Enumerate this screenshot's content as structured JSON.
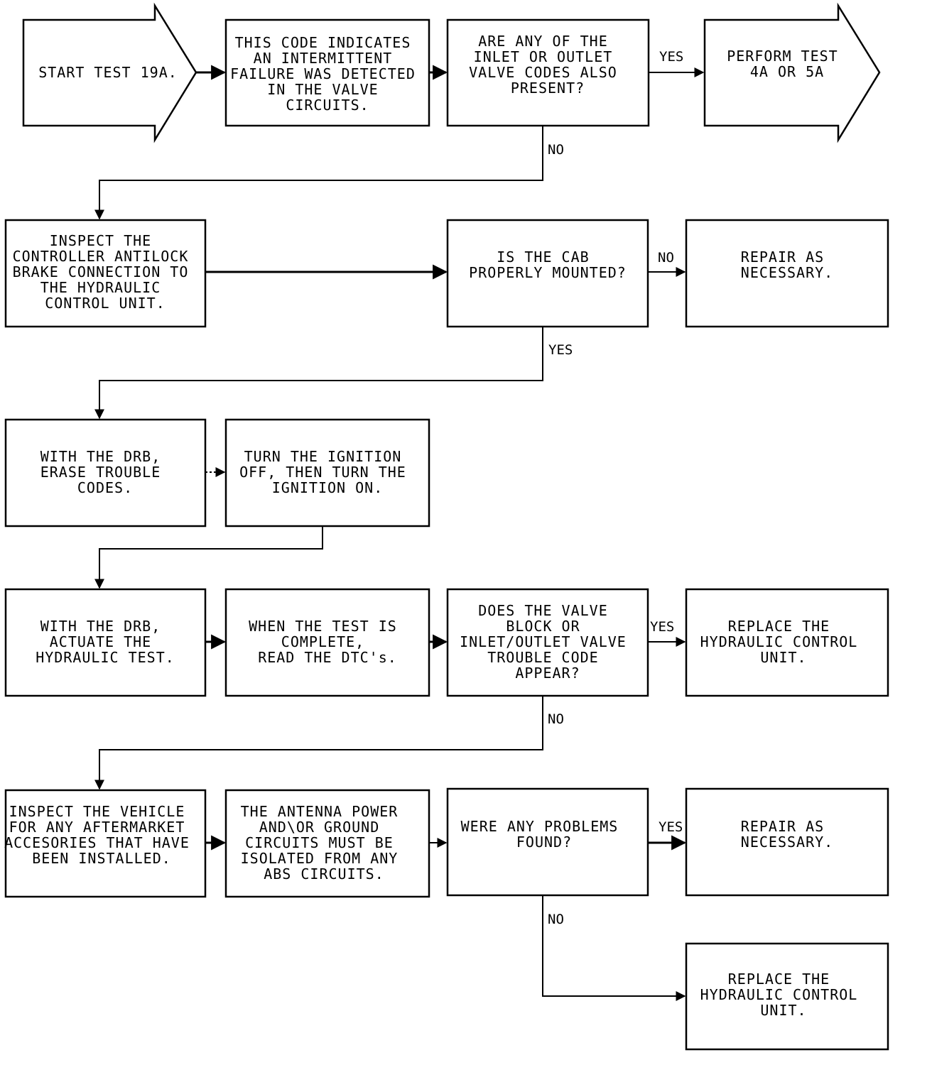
{
  "nodes": {
    "start": [
      "START TEST 19A."
    ],
    "indicates": [
      "THIS CODE INDICATES",
      "AN INTERMITTENT",
      "FAILURE WAS DETECTED",
      "IN THE VALVE",
      "CIRCUITS."
    ],
    "q_inlet_outlet": [
      "ARE ANY OF THE",
      "INLET OR OUTLET",
      "VALVE CODES ALSO",
      "PRESENT?"
    ],
    "perform": [
      "PERFORM TEST",
      "4A OR 5A"
    ],
    "inspect_controller": [
      "INSPECT THE",
      "CONTROLLER ANTILOCK",
      "BRAKE CONNECTION TO",
      "THE HYDRAULIC",
      "CONTROL UNIT."
    ],
    "q_cab": [
      "IS THE CAB",
      "PROPERLY MOUNTED?"
    ],
    "repair1": [
      "REPAIR AS",
      "NECESSARY."
    ],
    "erase": [
      "WITH THE DRB,",
      "ERASE TROUBLE",
      "CODES."
    ],
    "ignition": [
      "TURN THE IGNITION",
      "OFF, THEN TURN THE",
      "IGNITION ON."
    ],
    "actuate": [
      "WITH THE DRB,",
      "ACTUATE THE",
      "HYDRAULIC TEST."
    ],
    "read_dtc": [
      "WHEN THE TEST IS",
      "COMPLETE,",
      "READ THE DTC's."
    ],
    "q_valve_block": [
      "DOES THE VALVE",
      "BLOCK OR",
      "INLET/OUTLET VALVE",
      "TROUBLE CODE",
      "APPEAR?"
    ],
    "replace1": [
      "REPLACE THE",
      "HYDRAULIC CONTROL",
      "UNIT."
    ],
    "inspect_vehicle": [
      "INSPECT THE VEHICLE",
      "FOR ANY AFTERMARKET",
      "ACCESORIES THAT HAVE",
      "BEEN INSTALLED."
    ],
    "antenna": [
      "THE ANTENNA POWER",
      "AND\\OR GROUND",
      "CIRCUITS MUST BE",
      "ISOLATED FROM ANY",
      "ABS CIRCUITS."
    ],
    "q_problems": [
      "WERE ANY PROBLEMS",
      "FOUND?"
    ],
    "repair2": [
      "REPAIR AS",
      "NECESSARY."
    ],
    "replace2": [
      "REPLACE THE",
      "HYDRAULIC CONTROL",
      "UNIT."
    ]
  },
  "edge_labels": {
    "yes_perform": "YES",
    "no_inspect": "NO",
    "no_repair": "NO",
    "yes_erase": "YES",
    "yes_replace": "YES",
    "no_inspect_vehicle": "NO",
    "yes_repair": "YES",
    "no_replace": "NO"
  }
}
